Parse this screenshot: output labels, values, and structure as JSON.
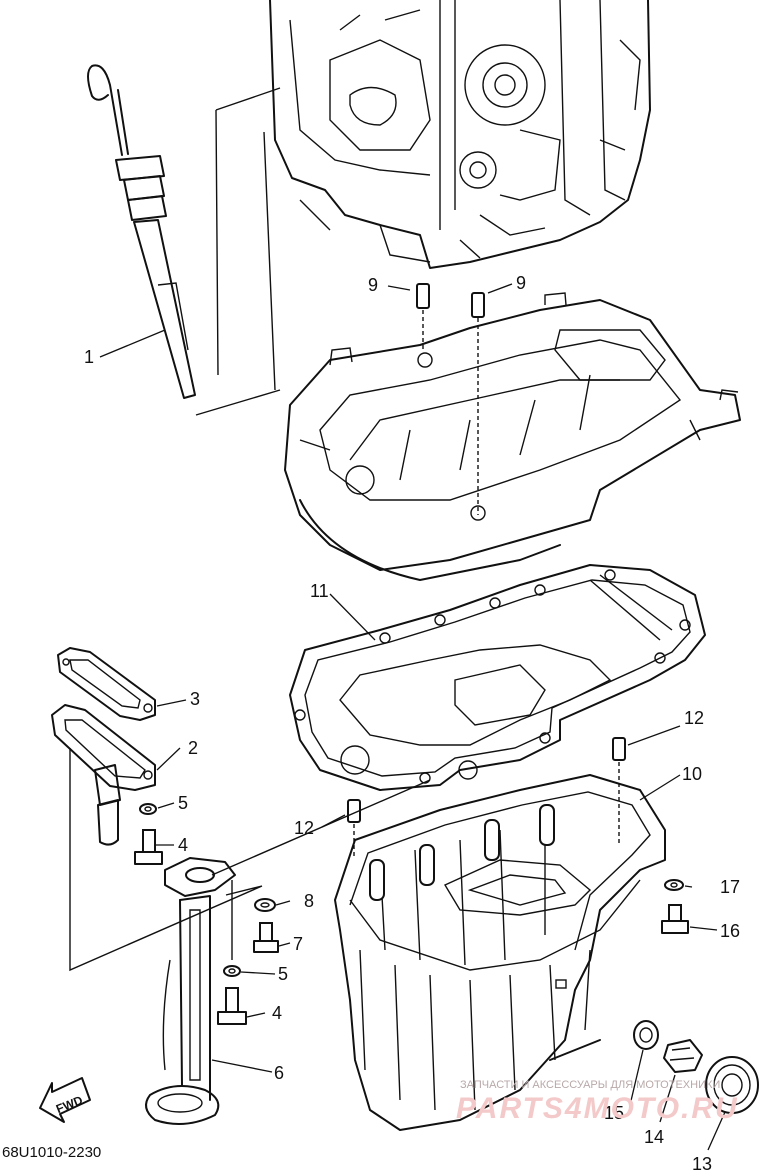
{
  "callouts": {
    "c1": "1",
    "c2": "2",
    "c3": "3",
    "c4a": "4",
    "c4b": "4",
    "c5a": "5",
    "c5b": "5",
    "c6": "6",
    "c7": "7",
    "c8": "8",
    "c9a": "9",
    "c9b": "9",
    "c10": "10",
    "c11": "11",
    "c12a": "12",
    "c12b": "12",
    "c13": "13",
    "c14": "14",
    "c15": "15",
    "c16": "16",
    "c17": "17"
  },
  "direction_label": "FWD",
  "diagram_code": "68U1010-2230",
  "watermark": {
    "line1": "ЗАПЧАСТИ И АКСЕССУАРЫ ДЛЯ МОТОТЕХНИКИ",
    "line2": "PARTS4MOTO.RU"
  }
}
